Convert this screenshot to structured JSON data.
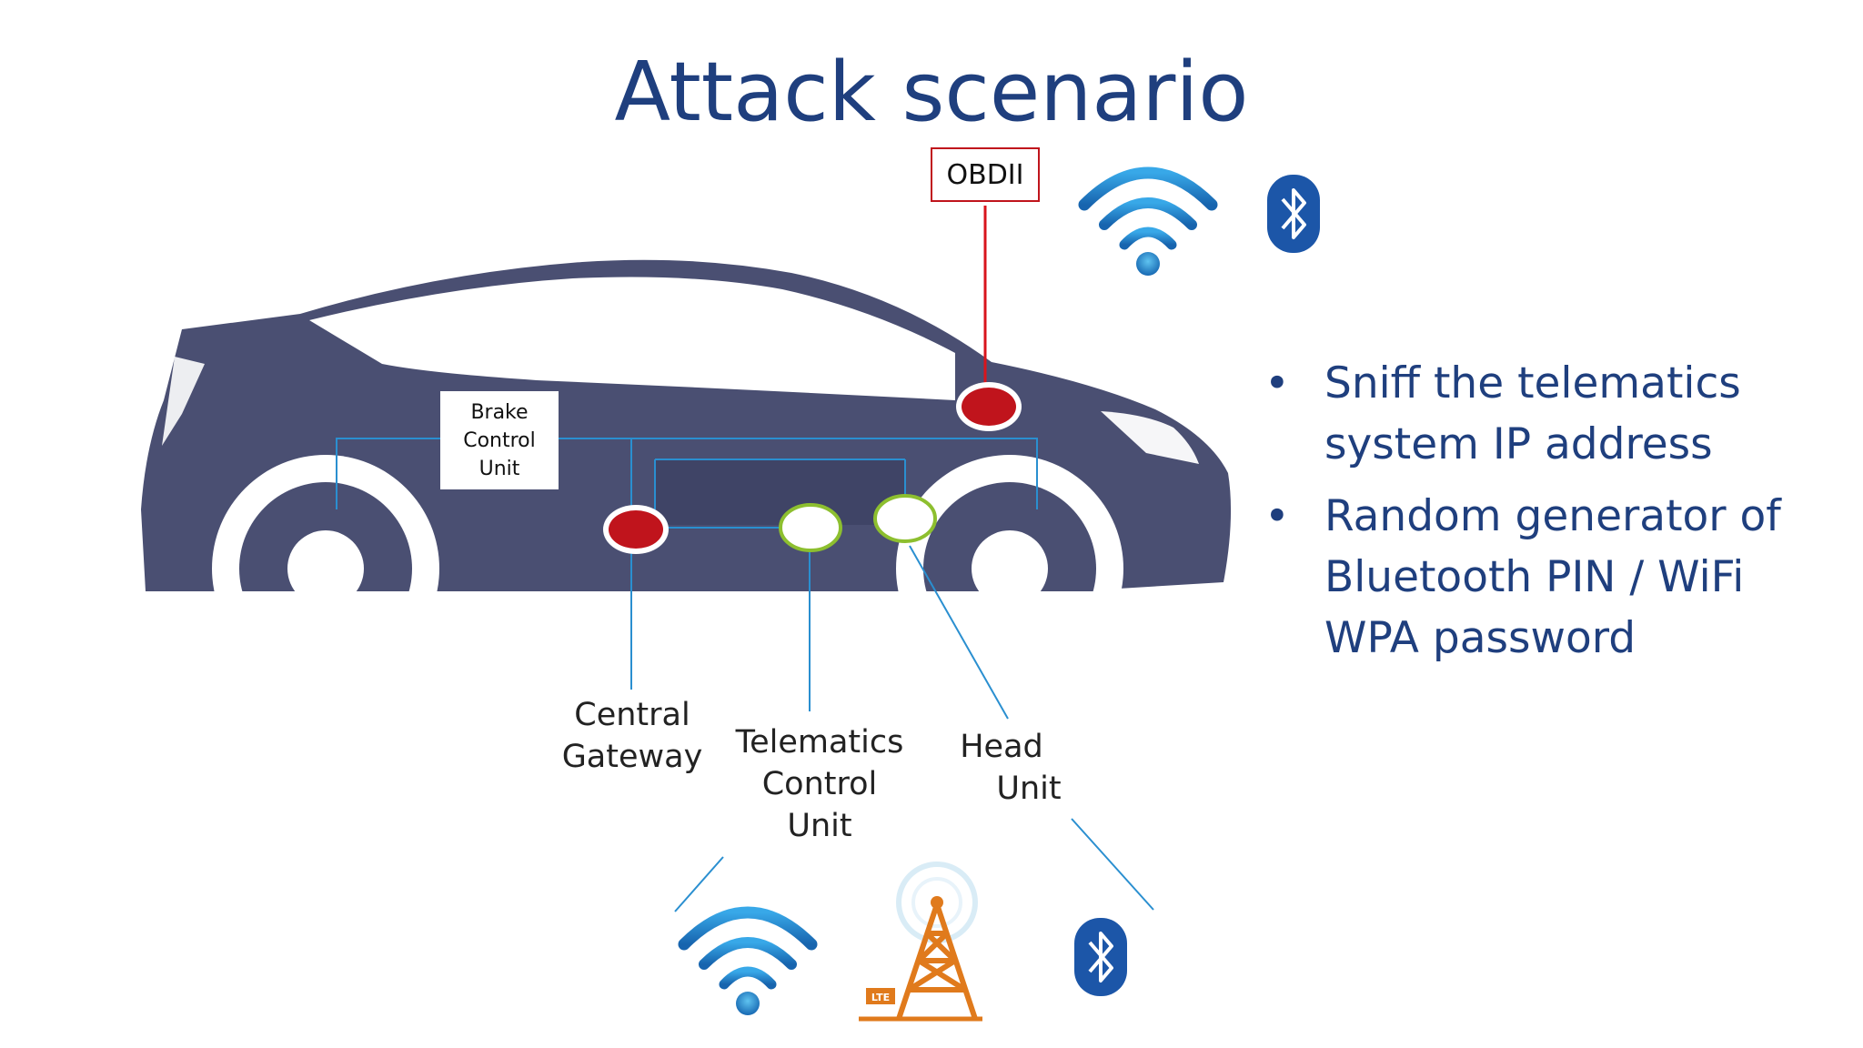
{
  "title": "Attack scenario",
  "obd_label": "OBDII",
  "brake_unit": {
    "lines": [
      "Brake",
      "Control",
      "Unit"
    ]
  },
  "components": {
    "central_gateway": [
      "Central",
      "Gateway"
    ],
    "telematics_control_unit": [
      "Telematics",
      "Control",
      "Unit"
    ],
    "head_unit": [
      "Head",
      "Unit"
    ]
  },
  "bullets": [
    "Sniff the telematics system IP address",
    "Random generator of Bluetooth PIN / WiFi WPA password"
  ],
  "tower_badge": "LTE",
  "icons": [
    "wifi-icon",
    "bluetooth-icon",
    "cell-tower-icon"
  ],
  "colors": {
    "title": "#1f3f7e",
    "car": "#4a4f72",
    "ecu_red": "#c0141c",
    "ecu_white_border": "#8dbf2f",
    "bus_line": "#2a8fd0",
    "obd_line": "#d9141c",
    "tower": "#e07a1c",
    "bluetooth_bg": "#1c56a8"
  }
}
